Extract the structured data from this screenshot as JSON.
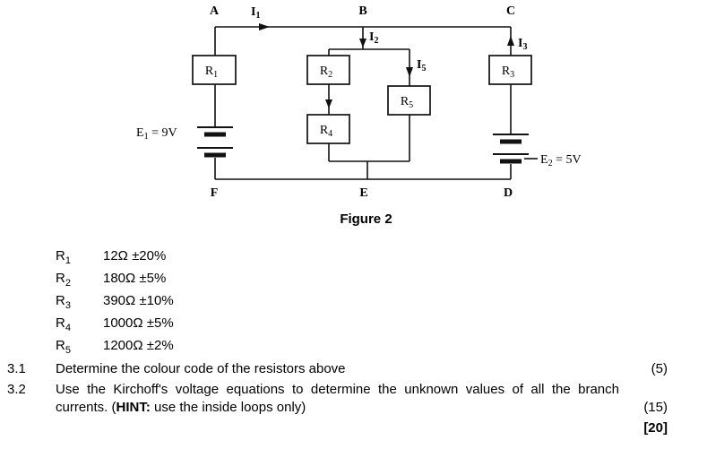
{
  "figure": {
    "caption": "Figure 2",
    "nodes": {
      "a": "A",
      "b": "B",
      "c": "C",
      "d": "D",
      "e": "E",
      "f": "F"
    },
    "currents": {
      "i1": {
        "base": "I",
        "sub": "1"
      },
      "i2": {
        "base": "I",
        "sub": "2"
      },
      "i3": {
        "base": "I",
        "sub": "3"
      },
      "i5": {
        "base": "I",
        "sub": "5"
      }
    },
    "resistors": {
      "r1": {
        "base": "R",
        "sub": "1"
      },
      "r2": {
        "base": "R",
        "sub": "2"
      },
      "r3": {
        "base": "R",
        "sub": "3"
      },
      "r4": {
        "base": "R",
        "sub": "4"
      },
      "r5": {
        "base": "R",
        "sub": "5"
      }
    },
    "sources": {
      "e1": {
        "base": "E",
        "sub": "1",
        "value": " = 9V"
      },
      "e2": {
        "base": "E",
        "sub": "2",
        "value": " = 5V"
      }
    }
  },
  "resistor_list": [
    {
      "base": "R",
      "sub": "1",
      "value": "12Ω ±20%"
    },
    {
      "base": "R",
      "sub": "2",
      "value": "180Ω ±5%"
    },
    {
      "base": "R",
      "sub": "3",
      "value": "390Ω ±10%"
    },
    {
      "base": "R",
      "sub": "4",
      "value": "1000Ω ±5%"
    },
    {
      "base": "R",
      "sub": "5",
      "value": "1200Ω ±2%"
    }
  ],
  "questions": {
    "q1": {
      "number": "3.1",
      "text": "Determine the colour code of the resistors above",
      "marks": "(5)"
    },
    "q2": {
      "number": "3.2",
      "text_before": "Use the Kirchoff's voltage equations to determine the unknown values of all the branch currents. (",
      "hint_label": "HINT:",
      "text_after": " use the inside loops only)",
      "marks": "(15)"
    },
    "total": "[20]"
  }
}
